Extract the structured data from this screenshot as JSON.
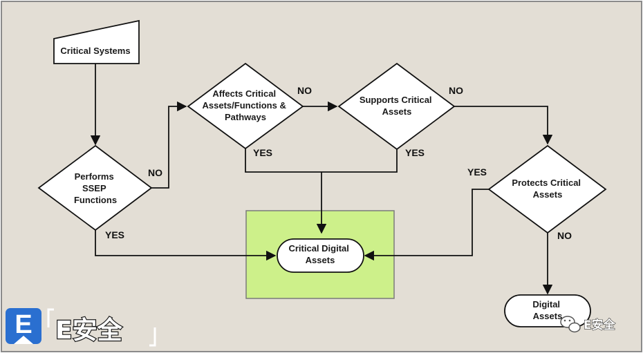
{
  "colors": {
    "background": "#e3ded5",
    "border": "#8a8a8a",
    "highlight": "#cdf08a",
    "highlight_border": "#7a7a7a",
    "shape_fill": "#ffffff",
    "line": "#111111",
    "watermark_blue": "#2a6fd0"
  },
  "nodes": {
    "critical_systems": "Critical Systems",
    "performs_ssep": [
      "Performs",
      "SSEP",
      "Functions"
    ],
    "affects_critical": [
      "Affects Critical",
      "Assets/Functions &",
      "Pathways"
    ],
    "supports_critical": [
      "Supports Critical",
      "Assets"
    ],
    "protects_critical": [
      "Protects Critical",
      "Assets"
    ],
    "critical_digital_assets": [
      "Critical Digital",
      "Assets"
    ],
    "digital_assets": [
      "Digital",
      "Assets"
    ]
  },
  "edge_labels": {
    "performs_no": "NO",
    "performs_yes": "YES",
    "affects_no": "NO",
    "affects_yes": "YES",
    "supports_no": "NO",
    "supports_yes": "YES",
    "protects_yes": "YES",
    "protects_no": "NO"
  },
  "watermark": {
    "logo_letter": "E",
    "logo_brand": "E安全",
    "wechat_label": "E安全",
    "wechat_icon": "wechat-icon"
  }
}
